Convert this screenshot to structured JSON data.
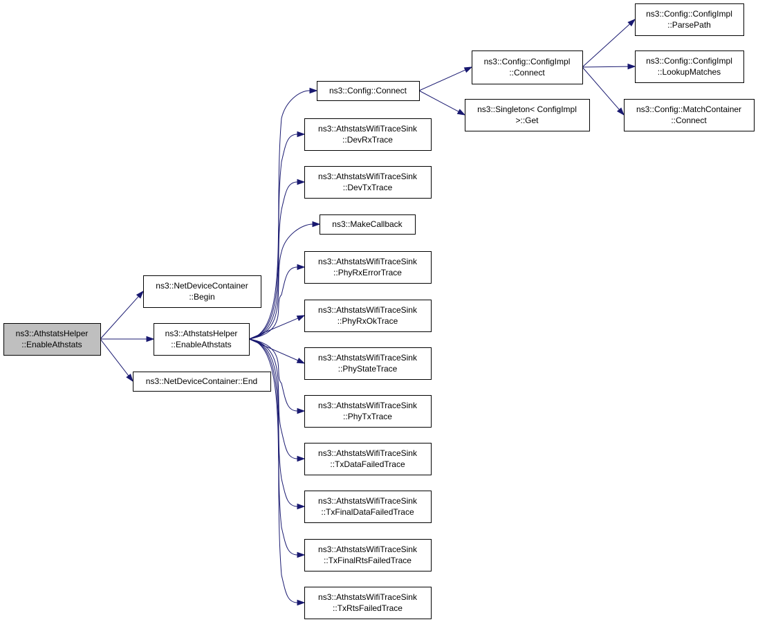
{
  "nodes": [
    {
      "id": "root",
      "lines": [
        "ns3::AthstatsHelper",
        "::EnableAthstats"
      ]
    },
    {
      "id": "ndc_begin",
      "lines": [
        "ns3::NetDeviceContainer",
        "::Begin"
      ]
    },
    {
      "id": "ah_enable",
      "lines": [
        "ns3::AthstatsHelper",
        "::EnableAthstats"
      ]
    },
    {
      "id": "ndc_end",
      "lines": [
        "ns3::NetDeviceContainer::End"
      ]
    },
    {
      "id": "cfg_connect",
      "lines": [
        "ns3::Config::Connect"
      ]
    },
    {
      "id": "devrx",
      "lines": [
        "ns3::AthstatsWifiTraceSink",
        "::DevRxTrace"
      ]
    },
    {
      "id": "devtx",
      "lines": [
        "ns3::AthstatsWifiTraceSink",
        "::DevTxTrace"
      ]
    },
    {
      "id": "makecb",
      "lines": [
        "ns3::MakeCallback"
      ]
    },
    {
      "id": "phyrxerr",
      "lines": [
        "ns3::AthstatsWifiTraceSink",
        "::PhyRxErrorTrace"
      ]
    },
    {
      "id": "phyrxok",
      "lines": [
        "ns3::AthstatsWifiTraceSink",
        "::PhyRxOkTrace"
      ]
    },
    {
      "id": "phystate",
      "lines": [
        "ns3::AthstatsWifiTraceSink",
        "::PhyStateTrace"
      ]
    },
    {
      "id": "phytx",
      "lines": [
        "ns3::AthstatsWifiTraceSink",
        "::PhyTxTrace"
      ]
    },
    {
      "id": "txdatafail",
      "lines": [
        "ns3::AthstatsWifiTraceSink",
        "::TxDataFailedTrace"
      ]
    },
    {
      "id": "txfinaldatafail",
      "lines": [
        "ns3::AthstatsWifiTraceSink",
        "::TxFinalDataFailedTrace"
      ]
    },
    {
      "id": "txfinalrtsfail",
      "lines": [
        "ns3::AthstatsWifiTraceSink",
        "::TxFinalRtsFailedTrace"
      ]
    },
    {
      "id": "txrtsfail",
      "lines": [
        "ns3::AthstatsWifiTraceSink",
        "::TxRtsFailedTrace"
      ]
    },
    {
      "id": "cfgimpl_connect",
      "lines": [
        "ns3::Config::ConfigImpl",
        "::Connect"
      ]
    },
    {
      "id": "singleton_get",
      "lines": [
        "ns3::Singleton< ConfigImpl",
        " >::Get"
      ]
    },
    {
      "id": "parsepath",
      "lines": [
        "ns3::Config::ConfigImpl",
        "::ParsePath"
      ]
    },
    {
      "id": "lookup",
      "lines": [
        "ns3::Config::ConfigImpl",
        "::LookupMatches"
      ]
    },
    {
      "id": "matchcontainer",
      "lines": [
        "ns3::Config::MatchContainer",
        "::Connect"
      ]
    }
  ],
  "edges": [
    {
      "from": "root",
      "to": "ndc_begin"
    },
    {
      "from": "root",
      "to": "ah_enable"
    },
    {
      "from": "root",
      "to": "ndc_end"
    },
    {
      "from": "ah_enable",
      "to": "cfg_connect"
    },
    {
      "from": "ah_enable",
      "to": "devrx"
    },
    {
      "from": "ah_enable",
      "to": "devtx"
    },
    {
      "from": "ah_enable",
      "to": "makecb"
    },
    {
      "from": "ah_enable",
      "to": "phyrxerr"
    },
    {
      "from": "ah_enable",
      "to": "phyrxok"
    },
    {
      "from": "ah_enable",
      "to": "phystate"
    },
    {
      "from": "ah_enable",
      "to": "phytx"
    },
    {
      "from": "ah_enable",
      "to": "txdatafail"
    },
    {
      "from": "ah_enable",
      "to": "txfinaldatafail"
    },
    {
      "from": "ah_enable",
      "to": "txfinalrtsfail"
    },
    {
      "from": "ah_enable",
      "to": "txrtsfail"
    },
    {
      "from": "cfg_connect",
      "to": "cfgimpl_connect"
    },
    {
      "from": "cfg_connect",
      "to": "singleton_get"
    },
    {
      "from": "cfgimpl_connect",
      "to": "parsepath"
    },
    {
      "from": "cfgimpl_connect",
      "to": "lookup"
    },
    {
      "from": "cfgimpl_connect",
      "to": "matchcontainer"
    }
  ],
  "colors": {
    "edge": "#191970",
    "root_fill": "#bfbfbf",
    "node_fill": "#ffffff",
    "border": "#000000"
  }
}
